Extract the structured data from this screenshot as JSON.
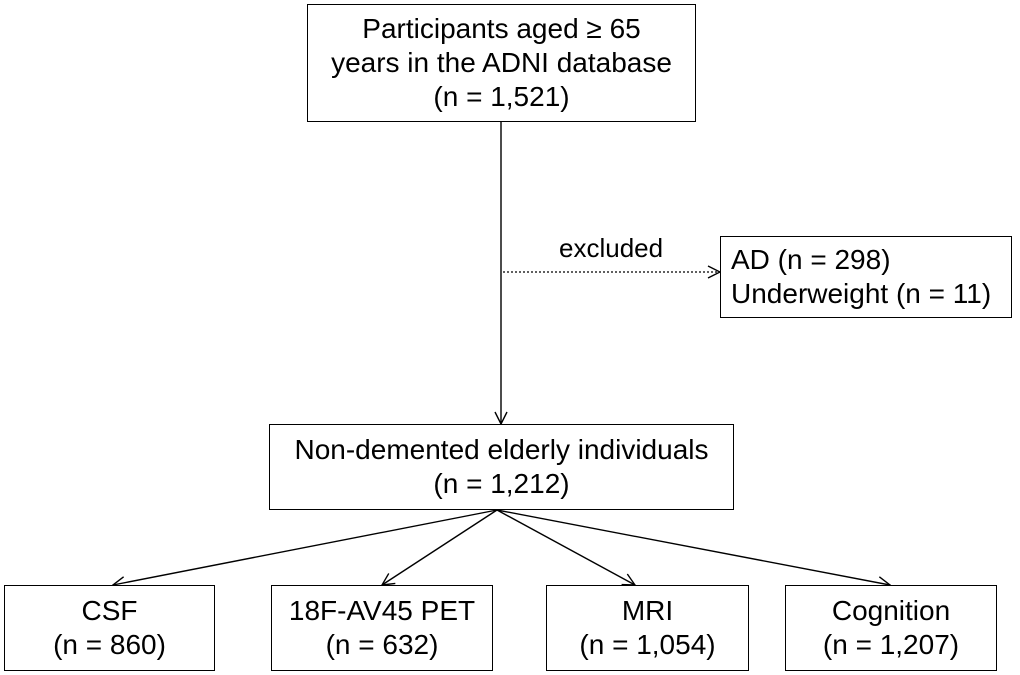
{
  "nodes": {
    "participants": {
      "line1": "Participants aged ≥ 65",
      "line2": "years in the ADNI database",
      "line3": "(n = 1,521)"
    },
    "excluded": {
      "line1": "AD (n = 298)",
      "line2": "Underweight (n = 11)"
    },
    "non_demented": {
      "line1": "Non-demented elderly individuals",
      "line2": "(n = 1,212)"
    },
    "csf": {
      "line1": "CSF",
      "line2": "(n = 860)"
    },
    "pet": {
      "line1": "18F-AV45 PET",
      "line2": "(n = 632)"
    },
    "mri": {
      "line1": "MRI",
      "line2": "(n = 1,054)"
    },
    "cognition": {
      "line1": "Cognition",
      "line2": "(n = 1,207)"
    }
  },
  "edges": {
    "excluded_label": "excluded"
  },
  "colors": {
    "line": "#000000",
    "box_border": "#000000",
    "background": "#ffffff"
  }
}
